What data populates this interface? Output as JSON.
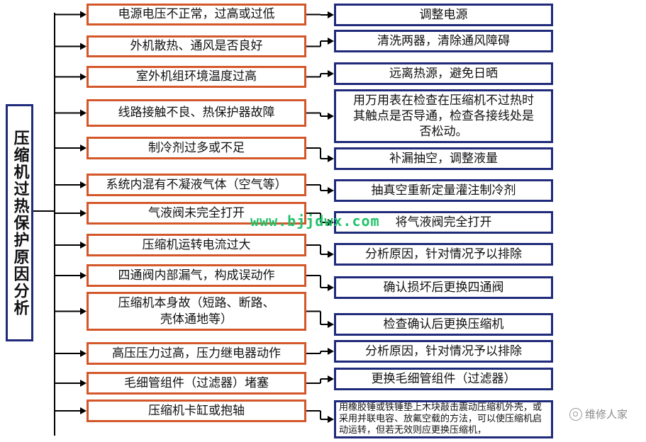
{
  "title": "压缩机过热保护原因分析",
  "watermark": "www.bjjdwx.com",
  "signature": "维修人家",
  "colors": {
    "cause_border": "#d4572a",
    "fix_border": "#1f2a7a",
    "line": "#000000",
    "watermark": "#22c26a"
  },
  "causes": [
    "电源电压不正常，过高或过低",
    "外机散热、通风是否良好",
    "室外机组环境温度过高",
    "线路接触不良、热保护器故障",
    "制冷剂过多或不足",
    "系统内混有不凝液气体（空气等）",
    "气液阀未完全打开",
    "压缩机运转电流过大",
    "四通阀内部漏气，构成误动作",
    "压缩机本身故（短路、断路、壳体通地等）",
    "高压压力过高，压力继电器动作",
    "毛细管组件（过滤器）堵塞",
    "压缩机卡缸或抱轴"
  ],
  "fixes": [
    "调整电源",
    "清洗两器，清除通风障碍",
    "远离热源，避免日晒",
    "用万用表在检查在压缩机不过热时其触点是否导通，检查各接线处是否松动。",
    "补漏抽空，调整液量",
    "抽真空重新定量灌注制冷剂",
    "将气液阀完全打开",
    "分析原因，针对情况予以排除",
    "确认损坏后更换四通阀",
    "检查确认后更换压缩机",
    "分析原因，针对情况予以排除",
    "更换毛细管组件（过滤器）",
    "用橡胶锤或铁锤垫上木块敲击震动压缩机外壳，或采用并联电容、放氟空载的方法，可以使压缩机启动运转，但若无效则应更换压缩机，"
  ]
}
